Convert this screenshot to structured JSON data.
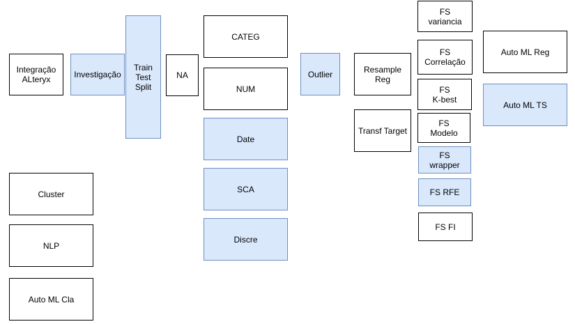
{
  "colors": {
    "white_fill": "#ffffff",
    "white_stroke": "#000000",
    "blue_fill": "#dae8fc",
    "blue_stroke": "#6c8ebf"
  },
  "nodes": {
    "integracao": "Integração\nALteryx",
    "investigacao": "Investigação",
    "train_test_split": "Train\nTest\nSplit",
    "na": "NA",
    "categ": "CATEG",
    "num": "NUM",
    "date": "Date",
    "sca": "SCA",
    "discre": "Discre",
    "outlier": "Outlier",
    "resample_reg": "Resample\nReg",
    "transf_target": "Transf Target",
    "fs_variancia": "FS\nvariancia",
    "fs_correlacao": "FS\nCorrelação",
    "fs_kbest": "FS\nK-best",
    "fs_modelo": "FS\nModelo",
    "fs_wrapper": "FS\nwrapper",
    "fs_rfe": "FS RFE",
    "fs_fi": "FS FI",
    "auto_ml_reg": "Auto ML Reg",
    "auto_ml_ts": "Auto ML TS",
    "cluster": "Cluster",
    "nlp": "NLP",
    "auto_ml_cla": "Auto ML Cla"
  }
}
